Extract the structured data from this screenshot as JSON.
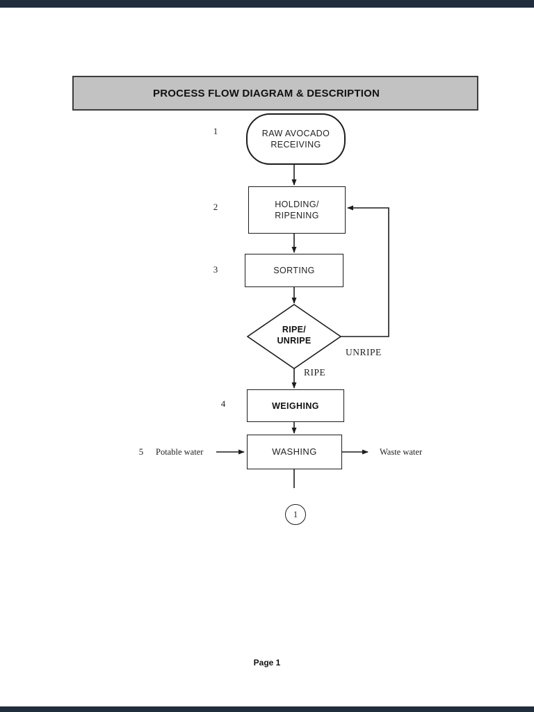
{
  "header": {
    "title": "PROCESS FLOW DIAGRAM & DESCRIPTION"
  },
  "flow": {
    "steps": [
      {
        "num": "1",
        "lines": [
          "RAW AVOCADO",
          "RECEIVING"
        ]
      },
      {
        "num": "2",
        "lines": [
          "HOLDING/",
          "RIPENING"
        ]
      },
      {
        "num": "3",
        "lines": [
          "SORTING"
        ]
      },
      {
        "num": "4",
        "lines": [
          "WEIGHING"
        ]
      },
      {
        "num": "5",
        "lines": [
          "WASHING"
        ]
      }
    ],
    "decision": {
      "lines": [
        "RIPE/",
        "UNRIPE"
      ],
      "branch_right_label": "UNRIPE",
      "branch_down_label": "RIPE"
    },
    "input_label": "Potable water",
    "output_label": "Waste water",
    "offpage_connector": "1"
  },
  "footer": {
    "page_label": "Page 1"
  },
  "colors": {
    "header_fill": "#c2c2c2",
    "header_border": "#3c3c3c",
    "line": "#1c1c1c",
    "page_bg": "#ffffff",
    "viewer_chrome": "#1f2d3d"
  }
}
